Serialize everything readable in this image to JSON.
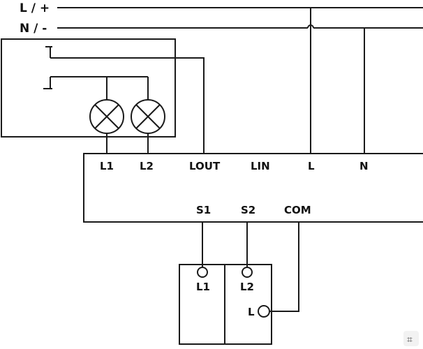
{
  "rails": {
    "line": "L / +",
    "neutral": "N / -"
  },
  "module": {
    "terminals_top": [
      "L1",
      "L2",
      "LOUT",
      "LIN",
      "L",
      "N"
    ],
    "terminals_bottom": [
      "S1",
      "S2",
      "COM"
    ]
  },
  "switch": {
    "terminals": [
      "L1",
      "L2",
      "L"
    ]
  },
  "lamps": [
    "lamp-1",
    "lamp-2"
  ],
  "overlay": {
    "scan_icon": "scan-icon",
    "scan_glyph": "⌗"
  }
}
